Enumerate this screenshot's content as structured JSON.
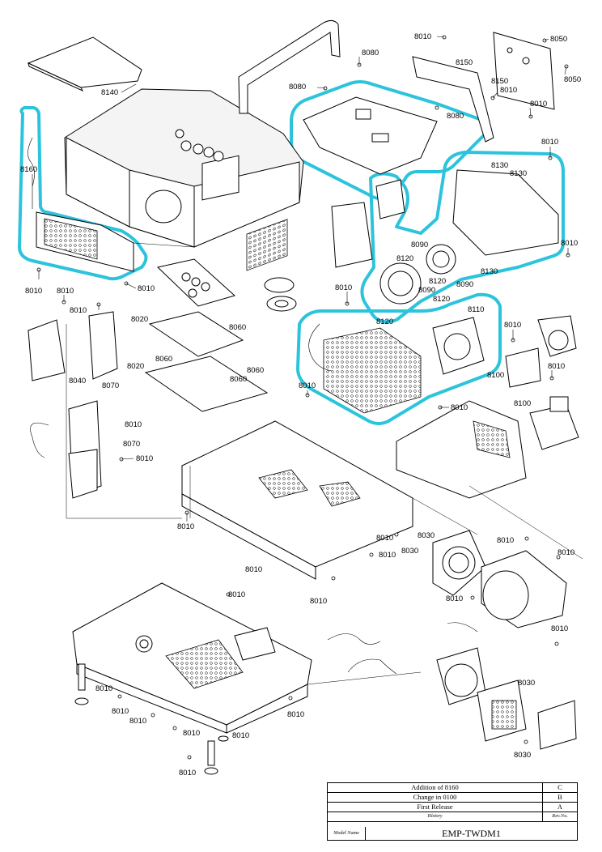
{
  "title_block": {
    "rows": [
      {
        "description": "Addition of 8160",
        "rev": "C"
      },
      {
        "description": "Change in 0100",
        "rev": "B"
      },
      {
        "description": "First Release",
        "rev": "A"
      }
    ],
    "history_label": "History",
    "rev_label": "Rev.No.",
    "model_label": "Model Name",
    "model_name": "EMP-TWDM1"
  },
  "part_labels": {
    "l8010": "8010",
    "l8020": "8020",
    "l8030": "8030",
    "l8040": "8040",
    "l8050": "8050",
    "l8060": "8060",
    "l8070": "8070",
    "l8080": "8080",
    "l8090": "8090",
    "l8100": "8100",
    "l8110": "8110",
    "l8120": "8120",
    "l8130": "8130",
    "l8140": "8140",
    "l8150": "8150",
    "l8160": "8160"
  },
  "colors": {
    "highlight": "#2cc3dc",
    "line": "#000000"
  }
}
